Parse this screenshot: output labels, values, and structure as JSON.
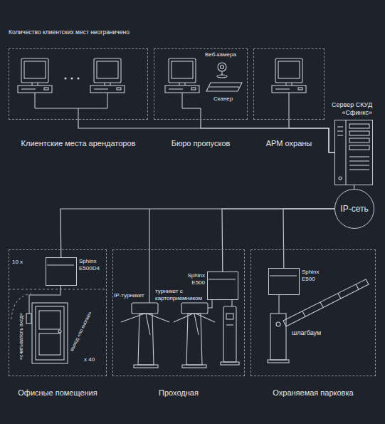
{
  "diagram": {
    "nodes": [
      {
        "text": [
          "Клиентские места арендаторов"
        ]
      },
      {
        "text": [
          "Бюро пропусков"
        ]
      },
      {
        "text": [
          "АРМ охраны"
        ]
      },
      {
        "text": [
          "Сервер СКУД «Сфинкс»"
        ]
      },
      {
        "text": [
          "IP-сеть"
        ]
      },
      {
        "text": [
          "Офисные помещения"
        ]
      },
      {
        "text": [
          "Sphinx E500D4"
        ],
        "in": 5
      },
      {
        "text": [
          "Проходная"
        ]
      },
      {
        "text": [
          "Sphinx E500"
        ],
        "in": 7
      },
      {
        "text": [
          "Охраняемая парковка"
        ]
      },
      {
        "text": [
          "Sphinx E500"
        ],
        "in": 9
      }
    ],
    "edges": [
      {
        "from": 0,
        "to": 3,
        "arrow": "none"
      },
      {
        "from": 1,
        "to": 3,
        "arrow": "none"
      },
      {
        "from": 2,
        "to": 3,
        "arrow": "none"
      },
      {
        "from": 3,
        "to": 4,
        "arrow": "none"
      },
      {
        "from": 4,
        "to": 6,
        "arrow": "none"
      },
      {
        "from": 4,
        "to": 8,
        "arrow": "none"
      },
      {
        "from": 4,
        "to": 10,
        "arrow": "none"
      }
    ],
    "labels": [
      "Количество клиентских мест неограничено",
      "Веб-камера",
      "Сканер",
      "10 x",
      "«считыватель вход»",
      "выход «по кнопке»",
      "x 40",
      "IP-турникет",
      "турникет с картоприемником",
      "шлагбаум"
    ]
  }
}
